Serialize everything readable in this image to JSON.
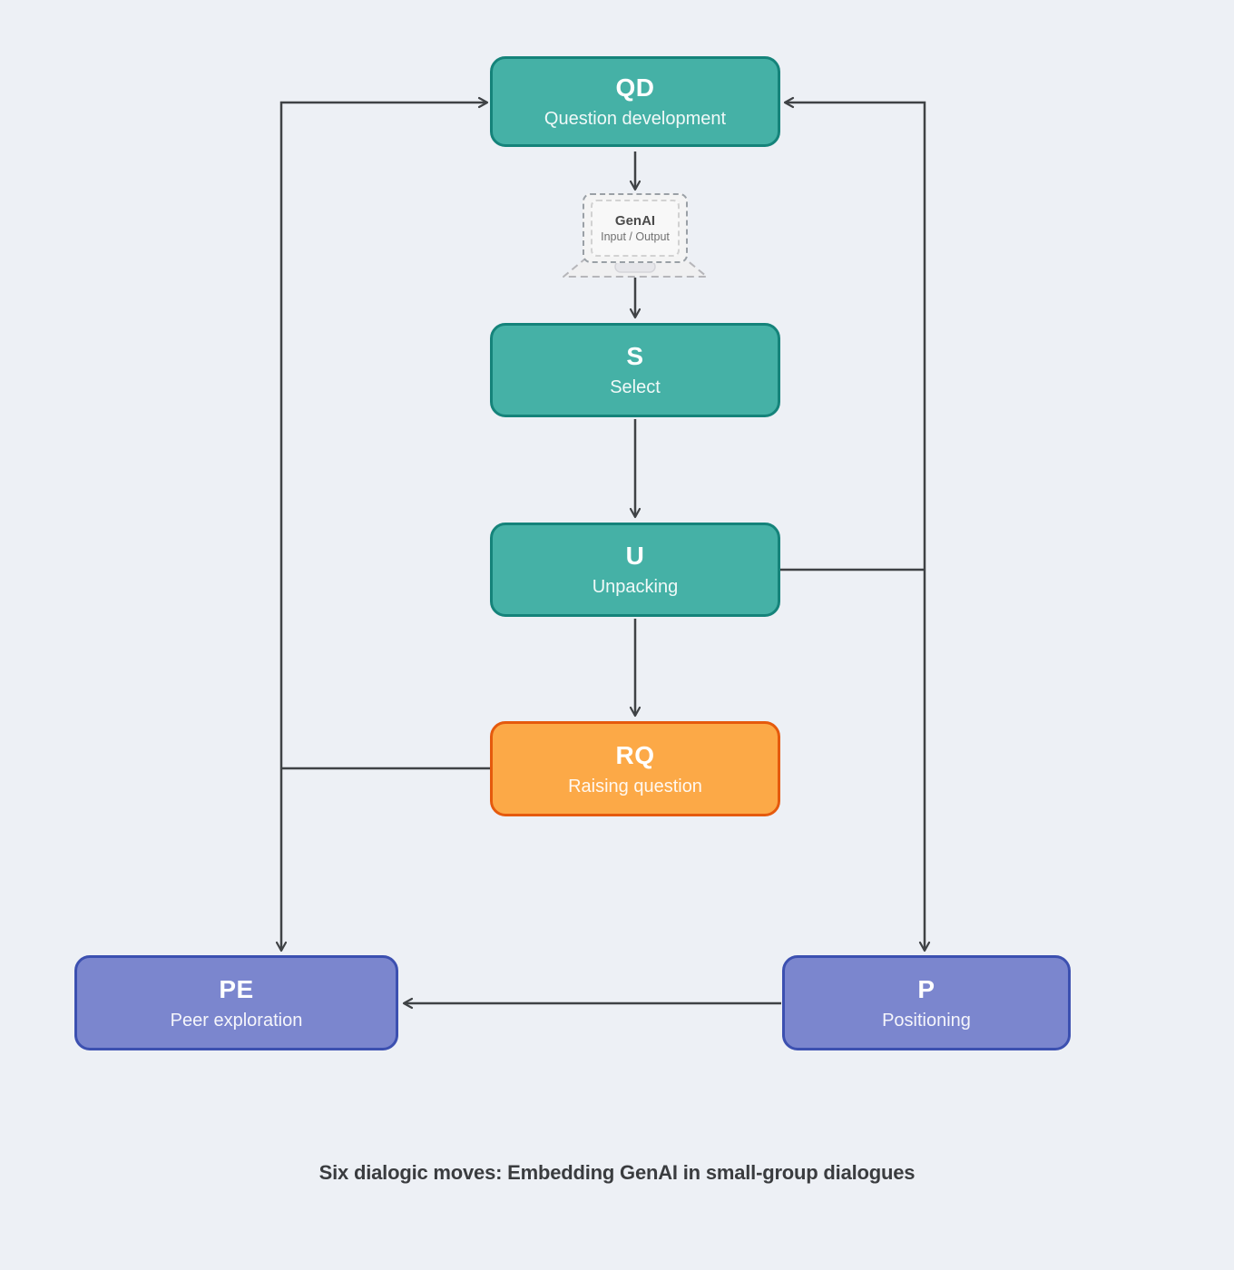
{
  "caption": "Six dialogic moves: Embedding GenAI in small-group dialogues",
  "nodes": {
    "qd": {
      "abbr": "QD",
      "label": "Question development"
    },
    "genai": {
      "title": "GenAI",
      "subtitle": "Input / Output"
    },
    "s": {
      "abbr": "S",
      "label": "Select"
    },
    "u": {
      "abbr": "U",
      "label": "Unpacking"
    },
    "rq": {
      "abbr": "RQ",
      "label": "Raising question"
    },
    "pe": {
      "abbr": "PE",
      "label": "Peer exploration"
    },
    "p": {
      "abbr": "P",
      "label": "Positioning"
    }
  },
  "colors": {
    "background": "#edf0f5",
    "teal_fill": "#45b1a6",
    "teal_border": "#15837a",
    "orange_fill": "#fca947",
    "orange_border": "#e55a0d",
    "purple_fill": "#7b86ce",
    "purple_border": "#3c50b0",
    "connector": "#3f4245",
    "caption_text": "#3a3c3f",
    "laptop_fill": "#f4f4f4",
    "laptop_border": "#9aa0a6"
  }
}
